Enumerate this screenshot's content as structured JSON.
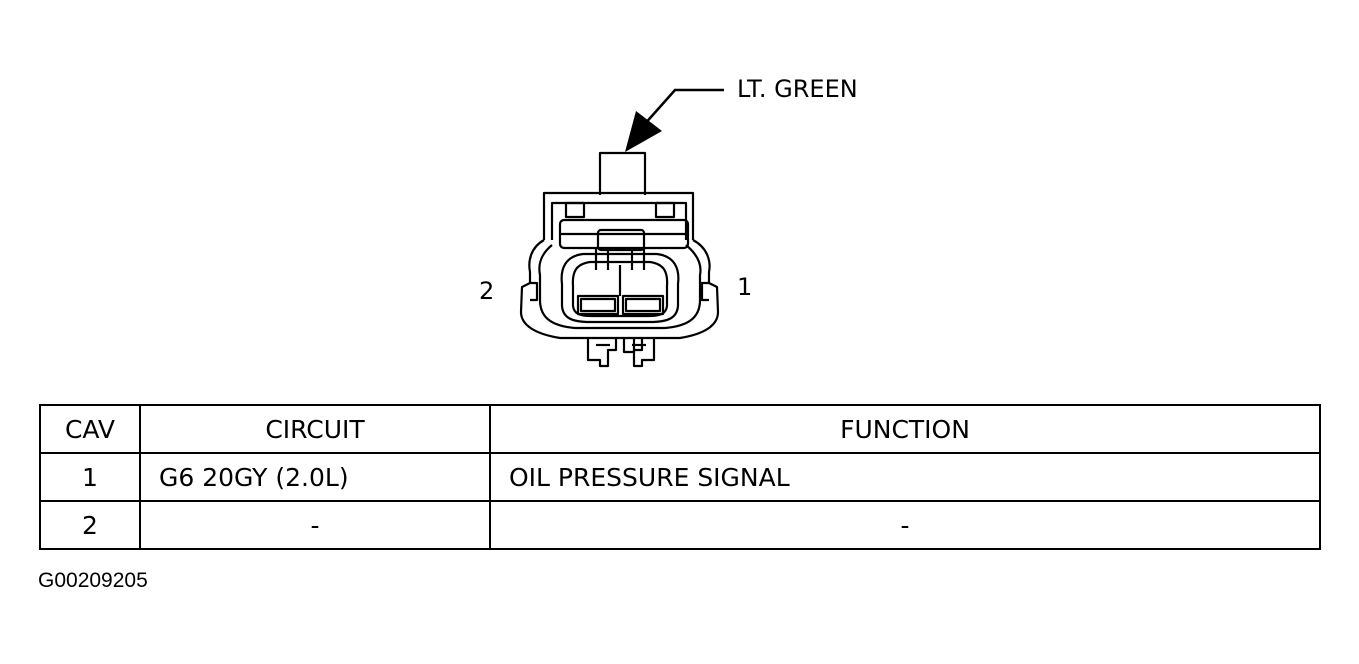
{
  "diagram": {
    "color_label": "LT. GREEN",
    "pin_left": "2",
    "pin_right": "1"
  },
  "table": {
    "headers": {
      "cav": "CAV",
      "circuit": "CIRCUIT",
      "function": "FUNCTION"
    },
    "rows": [
      {
        "cav": "1",
        "circuit": "G6 20GY (2.0L)",
        "function": "OIL PRESSURE SIGNAL"
      },
      {
        "cav": "2",
        "circuit": "-",
        "function": "-"
      }
    ]
  },
  "figure_id": "G00209205"
}
